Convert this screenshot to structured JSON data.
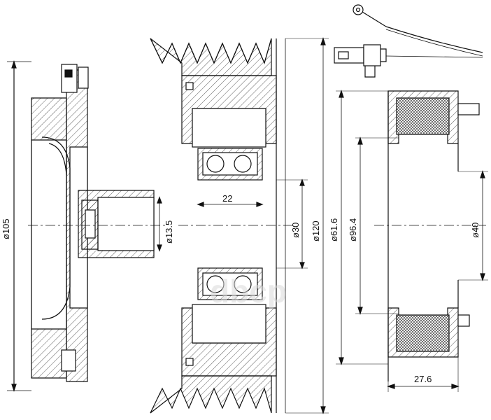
{
  "dimensions": {
    "d105": "ø105",
    "d13_5": "ø13.5",
    "w22": "22",
    "d30": "ø30",
    "d120": "ø120",
    "d61_6": "ø61.6",
    "d96_4": "ø96.4",
    "d40": "ø40",
    "w27_6": "27.6"
  },
  "watermark": "dbcp",
  "colors": {
    "line": "#111111",
    "hatch": "#333333",
    "paper": "#ffffff"
  }
}
